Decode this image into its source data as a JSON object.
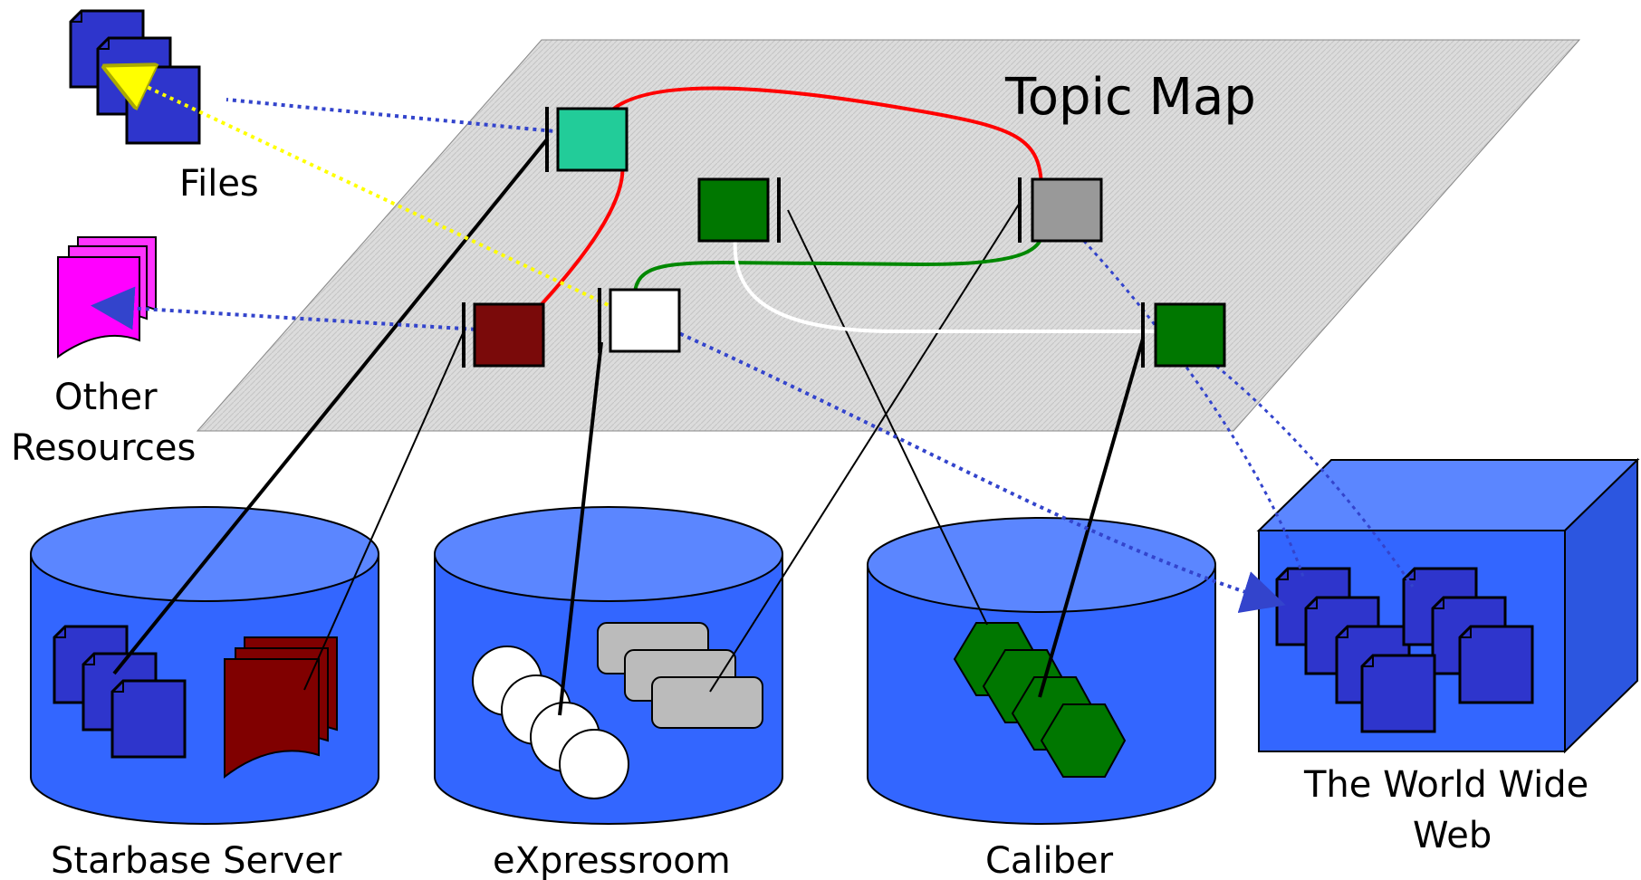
{
  "topic_map": {
    "title": "Topic Map"
  },
  "labels": {
    "files": "Files",
    "other_resources_line1": "Other",
    "other_resources_line2": "Resources",
    "starbase": "Starbase Server",
    "expressroom": "eXpressroom",
    "caliber": "Caliber",
    "www_line1": "The World Wide",
    "www_line2": "Web"
  },
  "colors": {
    "plane": "#d8d8d8",
    "cylinder": "#3366ff",
    "cylinder_top": "#5b86ff",
    "document_blue": "#2e35cc",
    "document_magenta": "#ff00ff",
    "document_maroon": "#800000",
    "topic_teal": "#22cc99",
    "topic_green": "#007700",
    "topic_gray": "#999999",
    "topic_maroon": "#7a0a0a",
    "topic_white": "#ffffff",
    "assoc_red": "#ff0000",
    "assoc_green": "#008800",
    "assoc_white": "#ffffff",
    "occurrence_blue": "#3344cc",
    "occurrence_yellow": "#ffff00"
  }
}
